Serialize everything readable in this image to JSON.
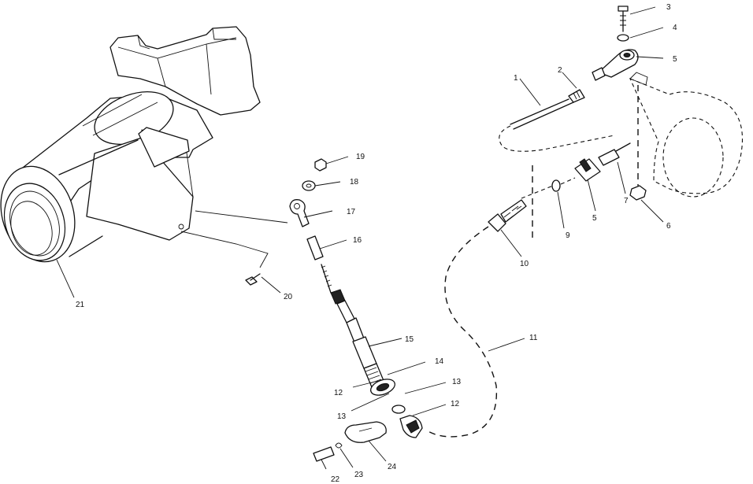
{
  "callouts": [
    {
      "id": "3",
      "text": "3"
    },
    {
      "id": "4",
      "text": "4"
    },
    {
      "id": "5",
      "text": "5"
    },
    {
      "id": "1",
      "text": "1"
    },
    {
      "id": "2",
      "text": "2"
    },
    {
      "id": "19",
      "text": "19"
    },
    {
      "id": "18",
      "text": "18"
    },
    {
      "id": "17",
      "text": "17"
    },
    {
      "id": "16",
      "text": "16"
    },
    {
      "id": "7",
      "text": "7"
    },
    {
      "id": "5b",
      "text": "5"
    },
    {
      "id": "6",
      "text": "6"
    },
    {
      "id": "9",
      "text": "9"
    },
    {
      "id": "10",
      "text": "10"
    },
    {
      "id": "20",
      "text": "20"
    },
    {
      "id": "21",
      "text": "21"
    },
    {
      "id": "11",
      "text": "11"
    },
    {
      "id": "15",
      "text": "15"
    },
    {
      "id": "14",
      "text": "14"
    },
    {
      "id": "12",
      "text": "12"
    },
    {
      "id": "13",
      "text": "13"
    },
    {
      "id": "13b",
      "text": "13"
    },
    {
      "id": "12b",
      "text": "12"
    },
    {
      "id": "22",
      "text": "22"
    },
    {
      "id": "23",
      "text": "23"
    },
    {
      "id": "24",
      "text": "24"
    }
  ]
}
